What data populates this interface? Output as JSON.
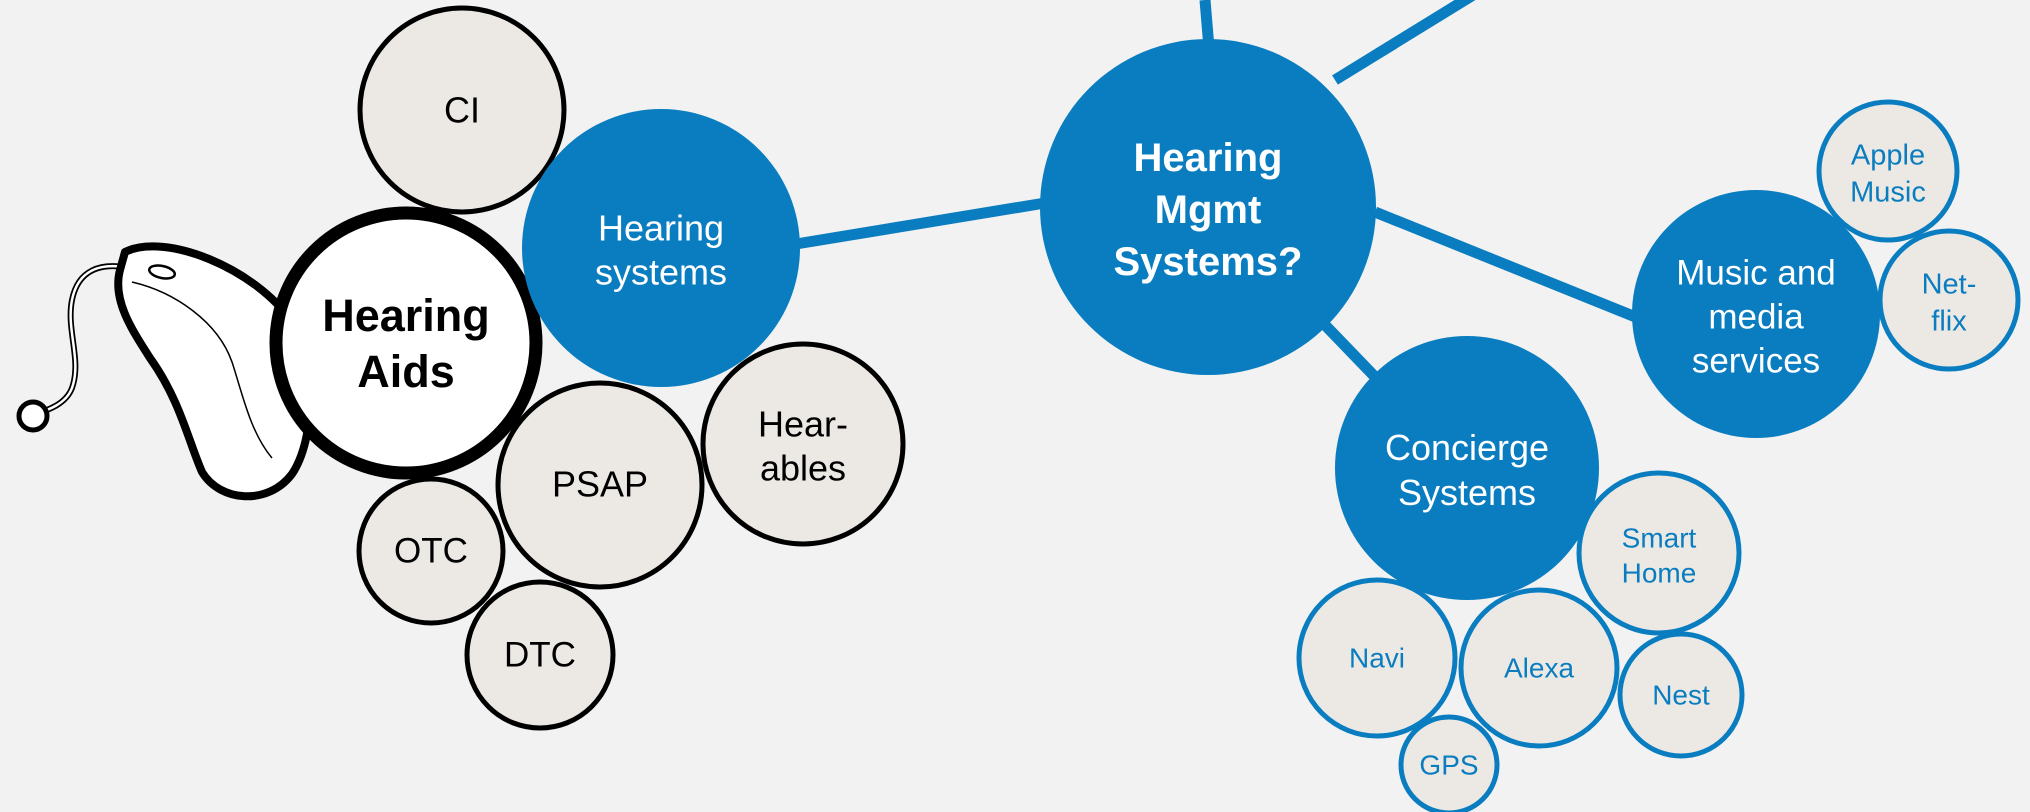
{
  "colors": {
    "background": "#f2f2f2",
    "blue": "#0a7dc0",
    "light_fill": "#ece9e5",
    "dark": "#000000",
    "white": "#ffffff"
  },
  "center": {
    "label": "Hearing\nMgmt\nSystems?"
  },
  "branches": {
    "hearing_systems": "Hearing\nsystems",
    "music_media": "Music and\nmedia\nservices",
    "concierge": "Concierge\nSystems"
  },
  "hearing_items": {
    "hearing_aids": "Hearing\nAids",
    "ci": "CI",
    "psap": "PSAP",
    "hearables": "Hear-\nables",
    "otc": "OTC",
    "dtc": "DTC"
  },
  "music_items": {
    "apple_music": "Apple\nMusic",
    "netflix": "Net-\nflix"
  },
  "concierge_items": {
    "smart_home": "Smart\nHome",
    "navi": "Navi",
    "alexa": "Alexa",
    "nest": "Nest",
    "gps": "GPS"
  },
  "device_icon": "hearing-aid-device"
}
